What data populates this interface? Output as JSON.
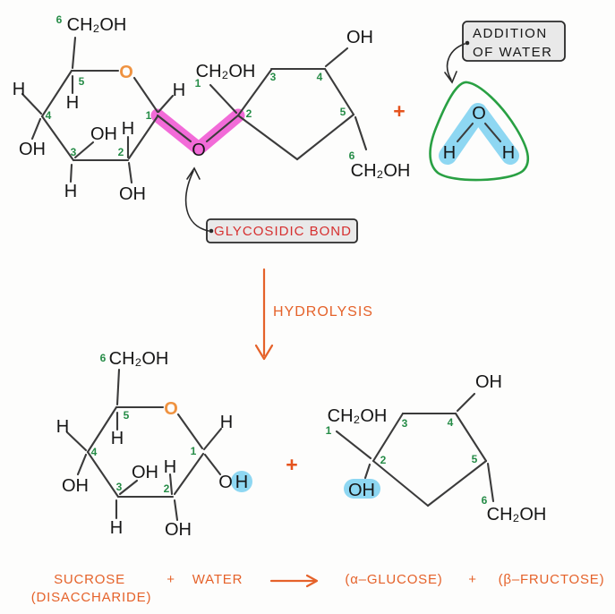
{
  "atoms": {
    "H": "H",
    "OH": "OH",
    "O": "O",
    "CH2OH": "CH₂OH"
  },
  "numbers": {
    "n1": "1",
    "n2": "2",
    "n3": "3",
    "n4": "4",
    "n5": "5",
    "n6": "6"
  },
  "symbols": {
    "plus": "+"
  },
  "annotations": {
    "addition_line1": "ADDITION",
    "addition_line2": "OF WATER",
    "glycosidic_bond": "GLYCOSIDIC BOND",
    "hydrolysis": "HYDROLYSIS"
  },
  "equation": {
    "sucrose": "SUCROSE",
    "disaccharide": "(DISACCHARIDE)",
    "plus_1": "+",
    "water": "WATER",
    "alpha_glucose": "(α–GLUCOSE)",
    "plus_2": "+",
    "beta_fructose": "(β–FRUCTOSE)"
  },
  "colors": {
    "orange_text": "#e5622a",
    "plus_orange": "#e5531d",
    "ring_oxygen": "#ef9240",
    "green_number": "#268c47",
    "green_outline": "#29a043",
    "pink_highlight": "#f26bd8",
    "blue_highlight": "#8ed7f2",
    "red_label": "#d62f2f",
    "label_box_bg": "#e9e9e9",
    "bond": "#3b3b3b"
  }
}
